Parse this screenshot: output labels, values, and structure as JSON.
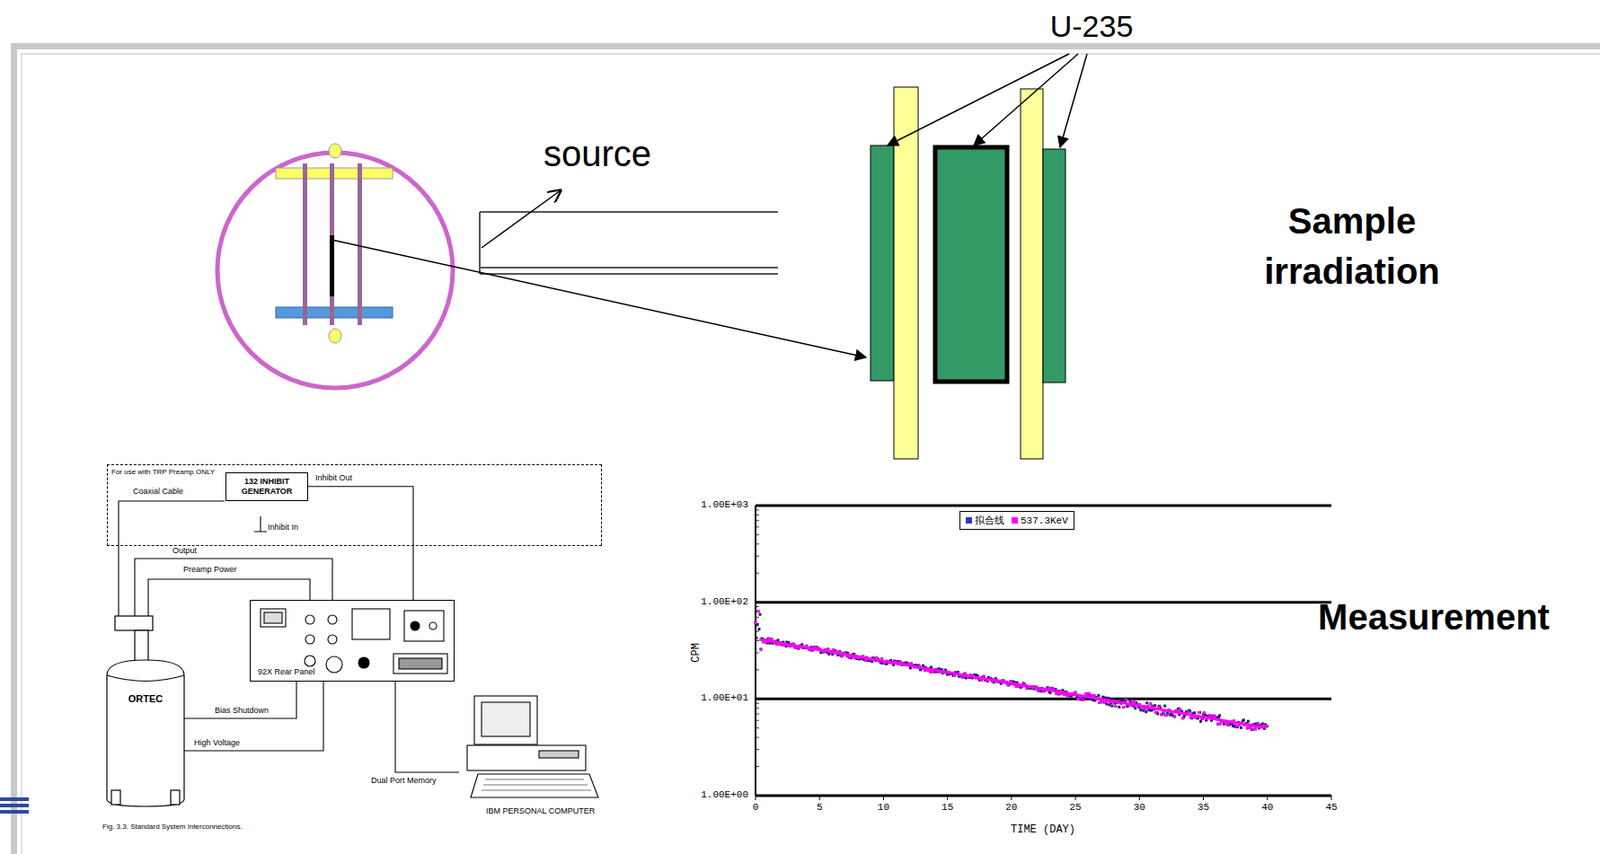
{
  "diagram": {
    "nodes": [
      {
        "text": [
          "For use with TRP Preamp ONLY"
        ]
      },
      {
        "text": [
          "132 INHIBIT GENERATOR"
        ],
        "in": 0
      },
      {
        "text": [
          "92X Rear Panel"
        ]
      },
      {
        "text": [
          "IBM PERSONAL COMPUTER"
        ]
      }
    ],
    "edges": [
      {
        "from": 1,
        "to": 2,
        "arrow": "none",
        "label": "Inhibit Out"
      },
      {
        "from": 2,
        "to": 3,
        "arrow": "none",
        "label": "Dual Port Memory"
      }
    ],
    "labels": [
      "U-235",
      "source",
      "Sample irradiation",
      "Coaxial Cable",
      "Inhibit In",
      "Output",
      "Preamp Power",
      "Bias Shutdown",
      "High Voltage",
      "ORTEC",
      "Fig. 3.3. Standard System Interconnections.",
      "Measurement",
      "1.00E+03",
      "1.00E+02",
      "1.00E+01",
      "1.00E+00",
      "0",
      "5",
      "10",
      "15",
      "20",
      "25",
      "30",
      "35",
      "40",
      "45",
      "CPM",
      "TIME (DAY)"
    ],
    "legend": [
      {
        "text": "拟合线",
        "color": "#3333cc"
      },
      {
        "text": "537.3KeV",
        "color": "#ff00ff"
      }
    ]
  }
}
